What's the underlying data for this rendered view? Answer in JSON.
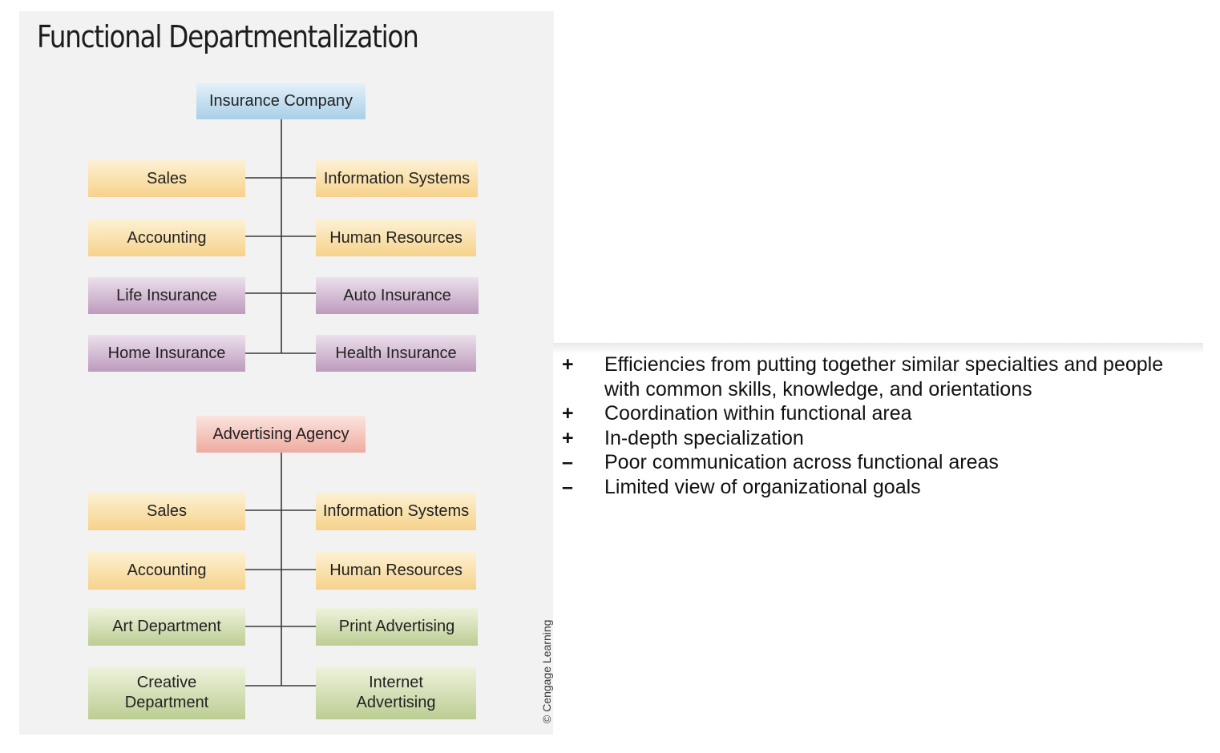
{
  "title": "Functional Departmentalization",
  "insurance_chart": {
    "root": "Insurance Company",
    "departments": [
      "Sales",
      "Information Systems",
      "Accounting",
      "Human Resources",
      "Life Insurance",
      "Auto Insurance",
      "Home Insurance",
      "Health Insurance"
    ]
  },
  "advertising_chart": {
    "root": "Advertising Agency",
    "departments": [
      "Sales",
      "Information Systems",
      "Accounting",
      "Human Resources",
      "Art Department",
      "Print Advertising",
      "Creative Department",
      "Internet Advertising"
    ]
  },
  "copyright": "© Cengage Learning",
  "colors": {
    "root_insurance": "#b6d7ec",
    "root_advertising": "#f1b9ae",
    "support_functions": "#f8dba0",
    "insurance_lines": "#c9aac9",
    "advertising_lines": "#c8d6a2"
  },
  "pros_cons": [
    {
      "sign": "+",
      "text": "Efficiencies from putting together similar specialties and people with common skills, knowledge, and orientations"
    },
    {
      "sign": "+",
      "text": "Coordination within functional area"
    },
    {
      "sign": "+",
      "text": "In-depth specialization"
    },
    {
      "sign": "–",
      "text": "Poor communication across functional areas"
    },
    {
      "sign": "–",
      "text": "Limited view of organizational goals"
    }
  ]
}
